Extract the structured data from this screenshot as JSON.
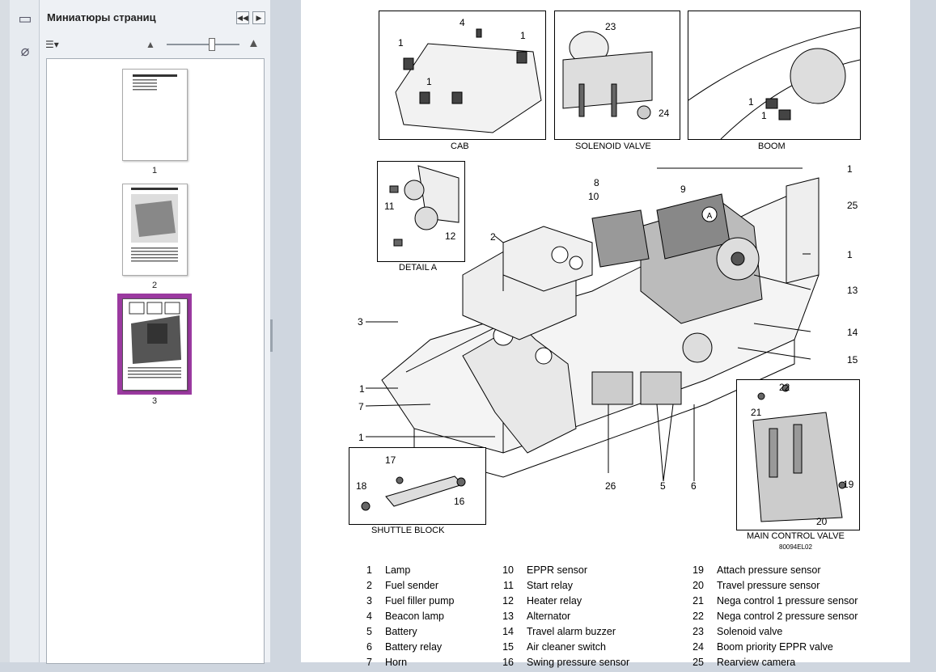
{
  "panel": {
    "title": "Миниатюры страниц",
    "thumbnails": [
      {
        "label": "1"
      },
      {
        "label": "2"
      },
      {
        "label": "3"
      }
    ]
  },
  "diagram": {
    "insets": {
      "cab": "CAB",
      "solenoid": "SOLENOID VALVE",
      "boom": "BOOM",
      "detail_a": "DETAIL A",
      "shuttle": "SHUTTLE BLOCK",
      "main_control": "MAIN CONTROL VALVE"
    },
    "marker": "A",
    "reference_code": "80094EL02",
    "callouts": {
      "c_cab_4": "4",
      "c_cab_1a": "1",
      "c_cab_1b": "1",
      "c_cab_1c": "1",
      "c_sol_23": "23",
      "c_sol_24": "24",
      "c_boom_1a": "1",
      "c_boom_1b": "1",
      "c_da_11": "11",
      "c_da_12": "12",
      "c_sb_17": "17",
      "c_sb_18": "18",
      "c_sb_16": "16",
      "c_mcv_21": "21",
      "c_mcv_22": "22",
      "c_mcv_19": "19",
      "c_mcv_20": "20",
      "c_main_8": "8",
      "c_main_10": "10",
      "c_main_9": "9",
      "c_main_2": "2",
      "c_main_3": "3",
      "c_main_1a": "1",
      "c_main_7": "7",
      "c_main_1b": "1",
      "c_main_1c": "1",
      "c_main_25": "25",
      "c_main_1d": "1",
      "c_main_13": "13",
      "c_main_14": "14",
      "c_main_15": "15",
      "c_main_26": "26",
      "c_main_5": "5",
      "c_main_6": "6"
    }
  },
  "legend": {
    "col1": [
      {
        "n": "1",
        "t": "Lamp"
      },
      {
        "n": "2",
        "t": "Fuel sender"
      },
      {
        "n": "3",
        "t": "Fuel filler pump"
      },
      {
        "n": "4",
        "t": "Beacon lamp"
      },
      {
        "n": "5",
        "t": "Battery"
      },
      {
        "n": "6",
        "t": "Battery relay"
      },
      {
        "n": "7",
        "t": "Horn"
      }
    ],
    "col2": [
      {
        "n": "10",
        "t": "EPPR sensor"
      },
      {
        "n": "11",
        "t": "Start relay"
      },
      {
        "n": "12",
        "t": "Heater relay"
      },
      {
        "n": "13",
        "t": "Alternator"
      },
      {
        "n": "14",
        "t": "Travel alarm buzzer"
      },
      {
        "n": "15",
        "t": "Air cleaner switch"
      },
      {
        "n": "16",
        "t": "Swing pressure sensor"
      }
    ],
    "col3": [
      {
        "n": "19",
        "t": "Attach pressure sensor"
      },
      {
        "n": "20",
        "t": "Travel pressure sensor"
      },
      {
        "n": "21",
        "t": "Nega control 1 pressure sensor"
      },
      {
        "n": "22",
        "t": "Nega control 2 pressure sensor"
      },
      {
        "n": "23",
        "t": "Solenoid valve"
      },
      {
        "n": "24",
        "t": "Boom priority EPPR valve"
      },
      {
        "n": "25",
        "t": "Rearview camera"
      }
    ]
  }
}
